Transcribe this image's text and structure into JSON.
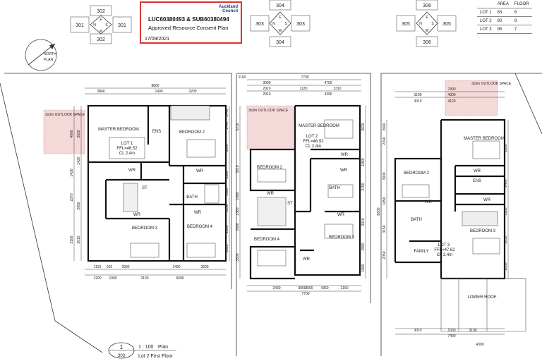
{
  "stamp": {
    "logo_line1": "Auckland",
    "logo_line2": "Council",
    "consent_ids": "LUC60380493 & SUB60380494",
    "status": "Approved Resource Consent Plan",
    "date": "17/09/2021"
  },
  "lot_table": {
    "headers": [
      "AREA",
      "FLOOR"
    ],
    "rows": [
      {
        "lot": "LOT 1",
        "area": "83",
        "floor": "6"
      },
      {
        "lot": "LOT 2",
        "area": "80",
        "floor": "8"
      },
      {
        "lot": "LOT 3",
        "area": "95",
        "floor": "7"
      }
    ]
  },
  "compass_markers": [
    {
      "top": "302",
      "left": "301",
      "right": "301",
      "bottom": "302"
    },
    {
      "top": "304",
      "left": "303",
      "right": "303",
      "bottom": "304"
    },
    {
      "top": "306",
      "left": "305",
      "right": "305",
      "bottom": "306"
    }
  ],
  "compass_letters": {
    "n": "N",
    "e": "E",
    "s": "S",
    "w": "W"
  },
  "north": {
    "line1": "NORTH",
    "line2": "PLAN"
  },
  "outlook_label": "3x3m OUTLOOK SPACE",
  "lots": [
    {
      "lot": "LOT 1",
      "ffl": "FFL=46.52",
      "cl": "CL 2.4m",
      "rooms": [
        "MASTER BEDROOM",
        "ENS",
        "BEDROOM 2",
        "WR",
        "WR",
        "ST",
        "BATH",
        "WR",
        "WR",
        "BEDROOM 3",
        "BEDROOM 4"
      ],
      "dims_top": [
        "8800",
        "3840",
        "1400",
        "3200"
      ],
      "dims_bottom": [
        "1110",
        "910",
        "2580",
        "1400",
        "3200",
        "1200",
        "1000",
        "3130",
        "6600"
      ],
      "dims_left": [
        "4000",
        "3620",
        "1420",
        "1430",
        "2270",
        "2050",
        "3100",
        "3010"
      ],
      "dims_right": [
        "1440",
        "1440",
        "3000",
        "1900",
        "1960",
        "2210",
        "2930",
        "2920"
      ]
    },
    {
      "lot": "LOT 2",
      "ffl": "FFL=46.92",
      "cl": "CL 2.4m",
      "rooms": [
        "MASTER BEDROOM",
        "WR",
        "BEDROOM 2",
        "WR",
        "WR",
        "BATH",
        "WR",
        "ST",
        "BEDROOM 3",
        "BEDROOM 4",
        "WR"
      ],
      "dims_top": [
        "1100",
        "7700",
        "3000",
        "4700",
        "2910",
        "1120",
        "3310",
        "2910",
        "4390"
      ],
      "dims_bottom": [
        "3430",
        "3000",
        "3000",
        "4360",
        "2150",
        "7700"
      ],
      "dims_left": [
        "3210",
        "3210",
        "1980",
        "2360",
        "2090",
        "3300"
      ],
      "dims_right": [
        "3620",
        "1960",
        "2150",
        "3010",
        "1590",
        "1900"
      ]
    },
    {
      "lot": "LOT 3",
      "ffl": "FFL=47.62",
      "cl": "CL 2.4m",
      "rooms": [
        "MASTER BEDROOM",
        "WR",
        "BEDROOM 2",
        "ENS",
        "WR",
        "BATH",
        "WR",
        "BEDROOM 3",
        "FAMILY",
        "LOWER ROOF"
      ],
      "dims_top": [
        "7400",
        "3100",
        "4300",
        "3010",
        "4120",
        "2240",
        "2660"
      ],
      "dims_bottom": [
        "3010",
        "1030",
        "3100",
        "7400",
        "4300"
      ],
      "dims_left": [
        "3900",
        "1850",
        "8600",
        "3150",
        "2050"
      ],
      "dims_right": [
        "2830",
        "2400",
        "1930",
        "2050",
        "2800"
      ]
    }
  ],
  "title_block": {
    "number": "1",
    "sheet": "303",
    "scale": "1 : 100",
    "plan": "Plan",
    "subtitle": "Lot 2 First Floor"
  }
}
